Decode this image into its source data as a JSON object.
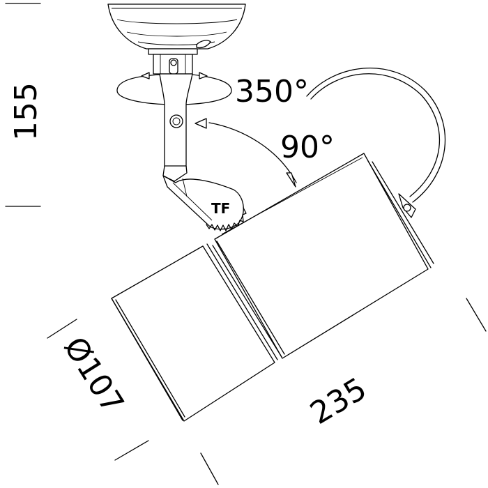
{
  "labels": {
    "height": "155",
    "rotation_horizontal": "350°",
    "tilt": "90°",
    "diameter": "Ø107",
    "length": "235",
    "logo": "TF"
  }
}
